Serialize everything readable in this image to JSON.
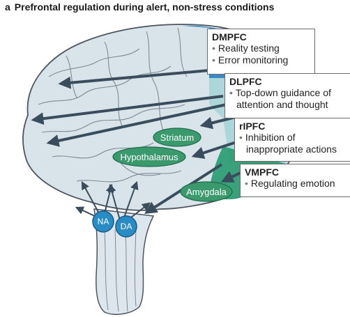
{
  "title": {
    "letter": "a",
    "text": "Prefrontal regulation during alert, non-stress conditions"
  },
  "regions": [
    {
      "name": "DMPFC",
      "items": [
        "Reality testing",
        "Error monitoring"
      ]
    },
    {
      "name": "DLPFC",
      "items": [
        "Top-down guidance of",
        "attention and thought"
      ]
    },
    {
      "name": "rIPFC",
      "items": [
        "Inhibition of",
        "inappropriate actions"
      ]
    },
    {
      "name": "VMPFC",
      "items": [
        "Regulating emotion"
      ]
    }
  ],
  "structures": {
    "striatum": "Striatum",
    "hypothalamus": "Hypothalamus",
    "amygdala": "Amygdala"
  },
  "nuclei": {
    "na": "NA",
    "da": "DA"
  },
  "colors": {
    "brain_fill": "#d9e3ea",
    "brain_outline": "#4a5560",
    "dmpfc": "#2f86c0",
    "dlpfc": "#a9d6d9",
    "vmpfc": "#2e9e76",
    "structure_green": "#3a9a6e",
    "nucleus_blue": "#2a8cc4",
    "arrow": "#3a4d5c"
  }
}
